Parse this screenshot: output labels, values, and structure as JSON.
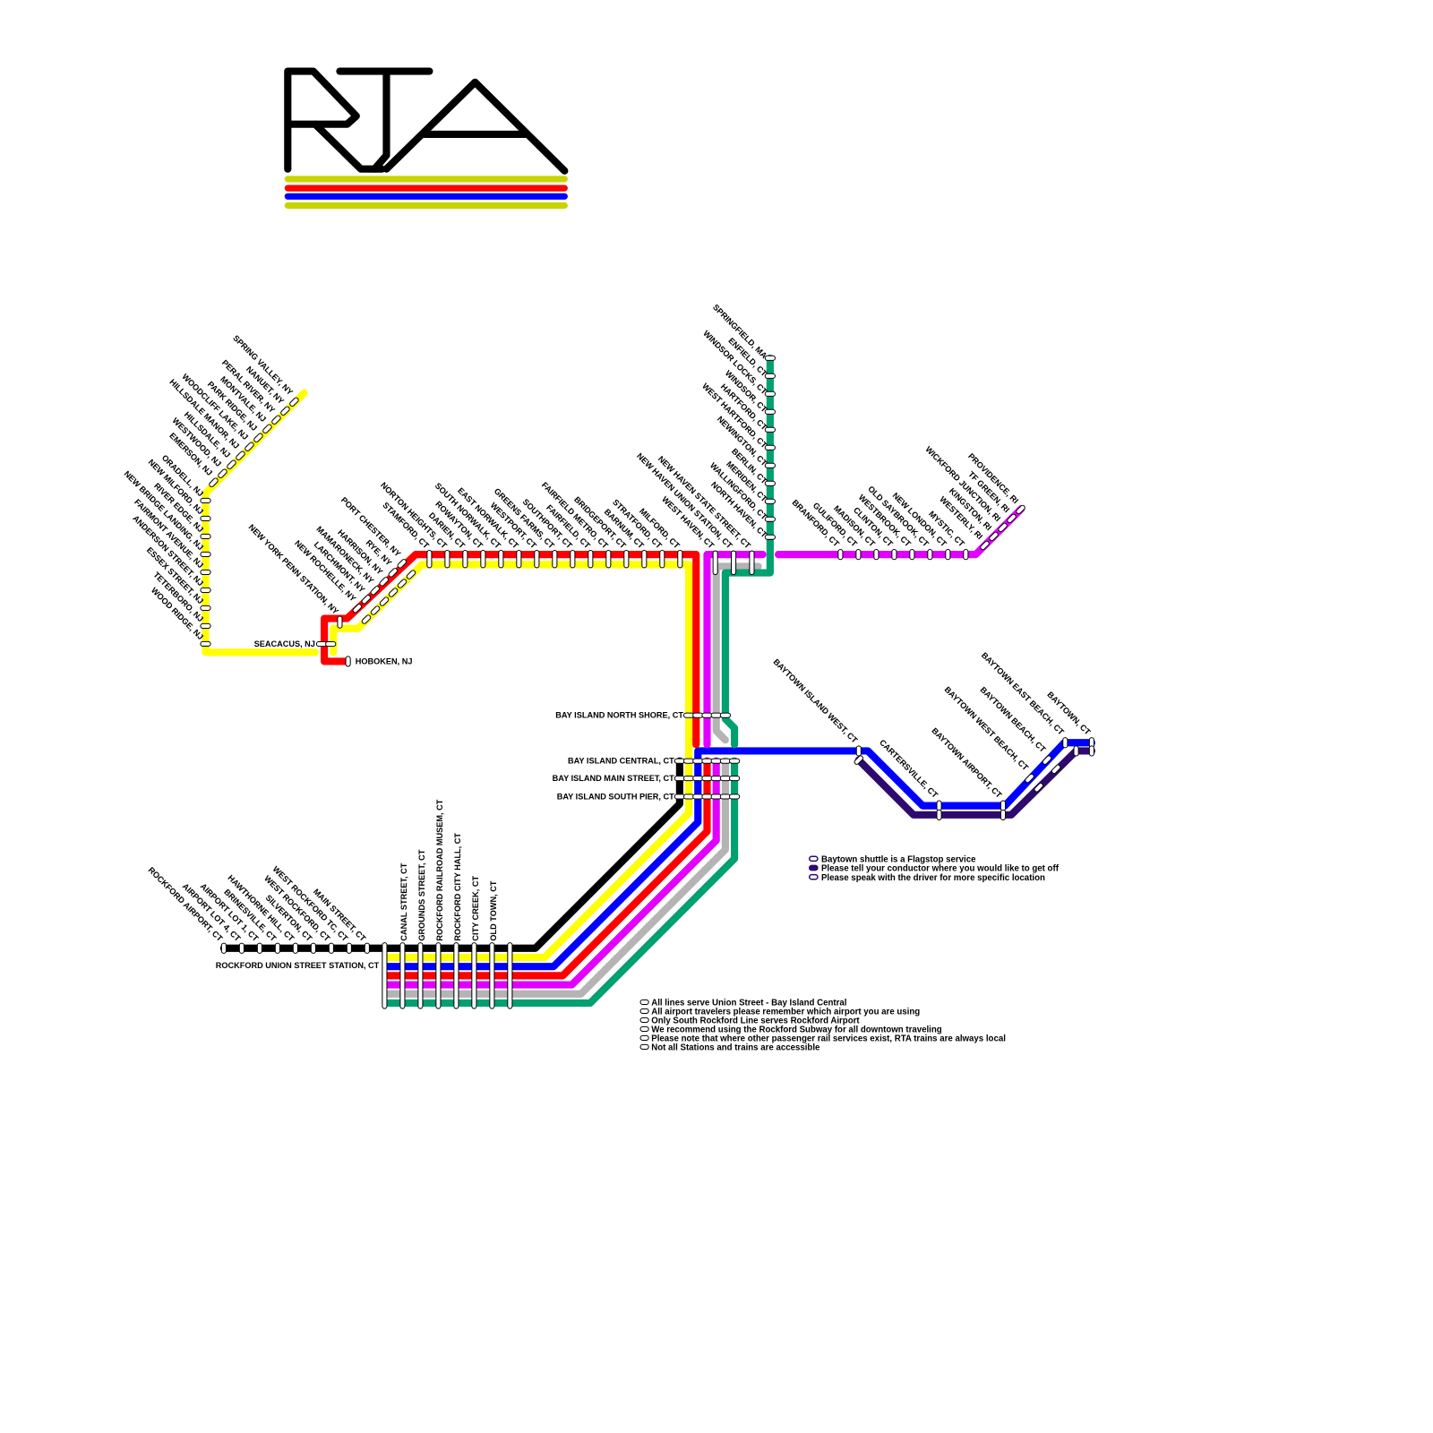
{
  "logo": {
    "text": "RTA"
  },
  "colors": {
    "black": "#000000",
    "yellow": "#ffff00",
    "blue": "#0000ff",
    "red": "#ff0000",
    "magenta": "#e100ff",
    "grey": "#b4b4b4",
    "green": "#00a070",
    "purple": "#2e0a6e",
    "logo_bar": "#c8d400"
  },
  "stations": {
    "nj_diagonal": [
      "SPRING VALLEY, NY",
      "NANUET, NY",
      "PERAL RIVER, NY",
      "MONTVALE, NJ",
      "PARK RIDGE, NJ",
      "WOODCLIFF LAKE, NJ",
      "HILLSDALE MANOR, NJ",
      "HILLSDALE, NJ",
      "WESTWOOD, NJ",
      "EMERSON, NJ"
    ],
    "nj_vertical": [
      "ORADELL, NJ",
      "NEW MILFORD, NJ",
      "RIVER EDGE, NJ",
      "NEW BRIDGE LANDING, NJ",
      "FAIRMONT AVENUE, NJ",
      "ANDERSON STREET, NJ",
      "ESSEX STREET, NJ",
      "TETERBORO, NJ",
      "WOOD RIDGE, NJ"
    ],
    "secaucus": "SEACACUS, NJ",
    "hoboken": "HOBOKEN, NJ",
    "ny_penn": "NEW YORK PENN STATION, NY",
    "new_haven_diagonal": [
      "NEW ROCHELLE, NY",
      "LARCHMONT, NY",
      "MAMARONECK, NY",
      "HARRISON, NY",
      "RYE, NY",
      "PORT CHESTER, NY"
    ],
    "new_haven_main": [
      "STAMFORD, CT",
      "NORTON HEIGHTS, CT",
      "DARIEN, CT",
      "ROWAYTON, CT",
      "SOUTH NORWALK, CT",
      "EAST NORWALK, CT",
      "WESTPORT, CT",
      "GREENS FARMS, CT",
      "SOUTHPORT, CT",
      "FAIRFIELD, CT",
      "FAIRFIELD METRO, CT",
      "BRIDGEPORT, CT",
      "BARNUM, CT",
      "STRATFORD, CT",
      "MILFORD, CT"
    ],
    "new_haven_city": [
      "WEST HAVEN, CT",
      "NEW HAVEN UNION STATION, CT",
      "NEW HAVEN STATE STREET, CT"
    ],
    "hartford": [
      "SPRINGFIELD, MA",
      "ENFIELD, CT",
      "WINDSOR LOCKS, CT",
      "WINDSOR, CT",
      "HARTFORD, CT",
      "WEST HARTFORD, CT",
      "NEWINGTON, CT",
      "BERLIN, CT",
      "MERIDEN, CT",
      "WALLINGFORD, CT",
      "NORTH HAVEN, CT"
    ],
    "shoreline": [
      "BRANFORD, CT",
      "GULIFORD, CT",
      "MADISON, CT",
      "CLINTON, CT",
      "WESTBROOK, CT",
      "OLD SAYBROOK, CT",
      "NEW LONDON, CT",
      "MYSTIC, CT"
    ],
    "rhode_island": [
      "WESTERLY, RI",
      "KINGSTON, RI",
      "WICKFORD JUNCTION, RI",
      "TF GREEN, RI",
      "PROVIDENCE, RI"
    ],
    "bay_island": [
      "BAY ISLAND NORTH SHORE, CT",
      "BAY ISLAND CENTRAL, CT",
      "BAY ISLAND MAIN STREET, CT",
      "BAY ISLAND SOUTH PIER, CT"
    ],
    "baytown": [
      "BAYTOWN ISLAND WEST, CT",
      "CARTERSVILLE, CT",
      "BAYTOWN AIRPORT, CT",
      "BAYTOWN WEST BEACH, CT",
      "BAYTOWN BEACH, CT",
      "BAYTOWN EAST BEACH, CT",
      "BAYTOWN, CT"
    ],
    "rockford_west": [
      "ROCKFORD AIRPORT, CT",
      "AIRPORT LOT 4, CT",
      "AIRPORT LOT 1, CT",
      "BRINESVILLE, CT",
      "HAWTHORNE HILL, CT",
      "SILVERTON, CT",
      "WEST ROCKFORD, CT",
      "WEST ROCKFORD TC, CT",
      "MAIN STREET, CT"
    ],
    "rockford_union": "ROCKFORD UNION STREET STATION, CT",
    "rockford_downtown": [
      "CANAL STREET, CT",
      "GROUNDS STREET, CT",
      "ROCKFORD RAILROAD MUSEM, CT",
      "ROCKFORD CITY HALL, CT",
      "CITY CREEK, CT",
      "OLD TOWN, CT"
    ]
  },
  "legend_main": [
    "All lines serve Union Street - Bay Island Central",
    "All airport travelers please remember which airport you are using",
    "Only South Rockford Line serves Rockford Airport",
    "We recommend using the Rockford Subway for all downtown traveling",
    "Please note that where other passenger rail services exist, RTA trains are always local",
    "Not all Stations and trains are accessible"
  ],
  "legend_baytown": [
    "Baytown shuttle is a Flagstop service",
    "Please tell your conductor where you would like to get off",
    "Please speak with the driver for more specific location"
  ]
}
